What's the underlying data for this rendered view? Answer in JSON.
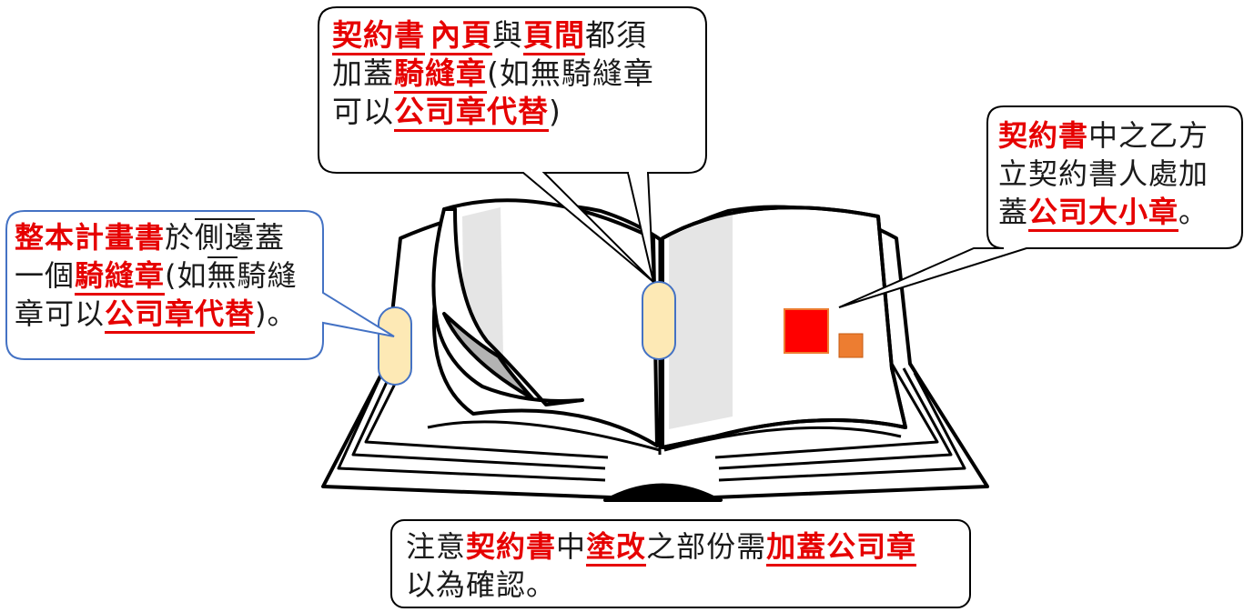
{
  "colors": {
    "highlight": "#e60000",
    "text": "#1a1a1a",
    "page_shade": "#e5e5e5",
    "page_fold": "#b3b3b3",
    "seal_fill": "#fde9b5",
    "big_stamp": "#ff0000",
    "small_stamp": "#ed7d31"
  },
  "callouts": {
    "top": {
      "line1": {
        "a": "契約書",
        "b": "內頁",
        "c": "與",
        "d": "頁間",
        "e": "都須"
      },
      "line2": {
        "a": "加蓋",
        "b": "騎縫章",
        "c": "(如無騎縫章"
      },
      "line3": {
        "a": "可以",
        "b": "公司章代替",
        "c": ")"
      }
    },
    "left": {
      "line1": {
        "a": "整本計畫書",
        "b": "於",
        "c": "側邊",
        "d": "蓋"
      },
      "line2": {
        "a": "一個",
        "b": "騎縫章",
        "c": "(如",
        "d": "無",
        "e": "騎縫"
      },
      "line3": {
        "a": "章可以",
        "b": "公司章代替",
        "c": ")。"
      }
    },
    "right": {
      "line1": {
        "a": "契約書",
        "b": "中之乙方"
      },
      "line2": {
        "a": "立契約書人處加"
      },
      "line3": {
        "a": "蓋",
        "b": "公司大小章",
        "c": "。"
      }
    },
    "bottom": {
      "line1": {
        "a": "注意",
        "b": "契約書",
        "c": "中",
        "d": "塗改",
        "e": "之部份需",
        "f": "加蓋公司章"
      },
      "line2": {
        "a": "以為確認。"
      }
    }
  }
}
